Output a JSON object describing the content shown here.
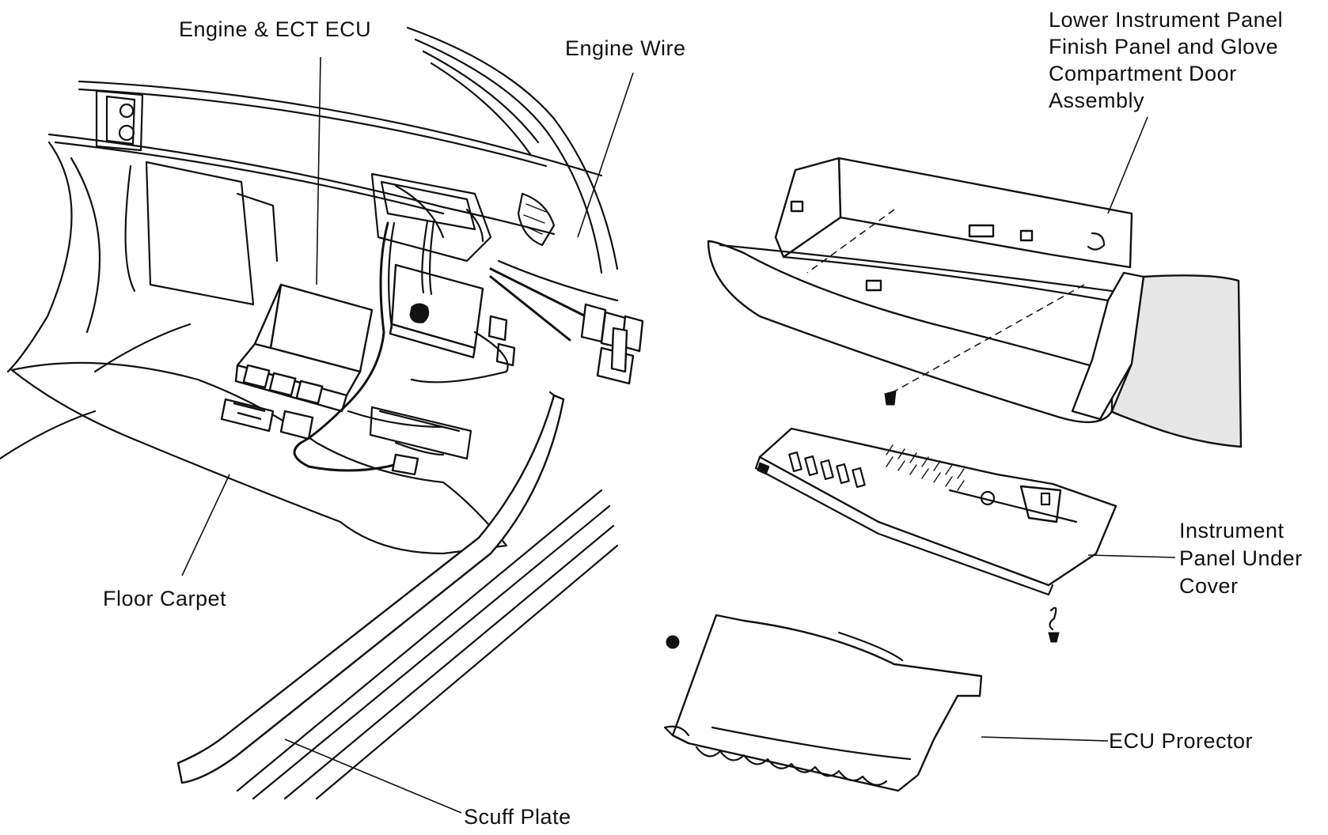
{
  "labels": {
    "engine_ect_ecu": "Engine & ECT ECU",
    "engine_wire": "Engine Wire",
    "lower_panel": "Lower Instrument Panel\nFinish Panel and Glove\nCompartment Door\nAssembly",
    "instrument_under_cover": "Instrument\nPanel Under\nCover",
    "ecu_protector": "ECU Prorector",
    "floor_carpet": "Floor Carpet",
    "scuff_plate": "Scuff Plate"
  }
}
